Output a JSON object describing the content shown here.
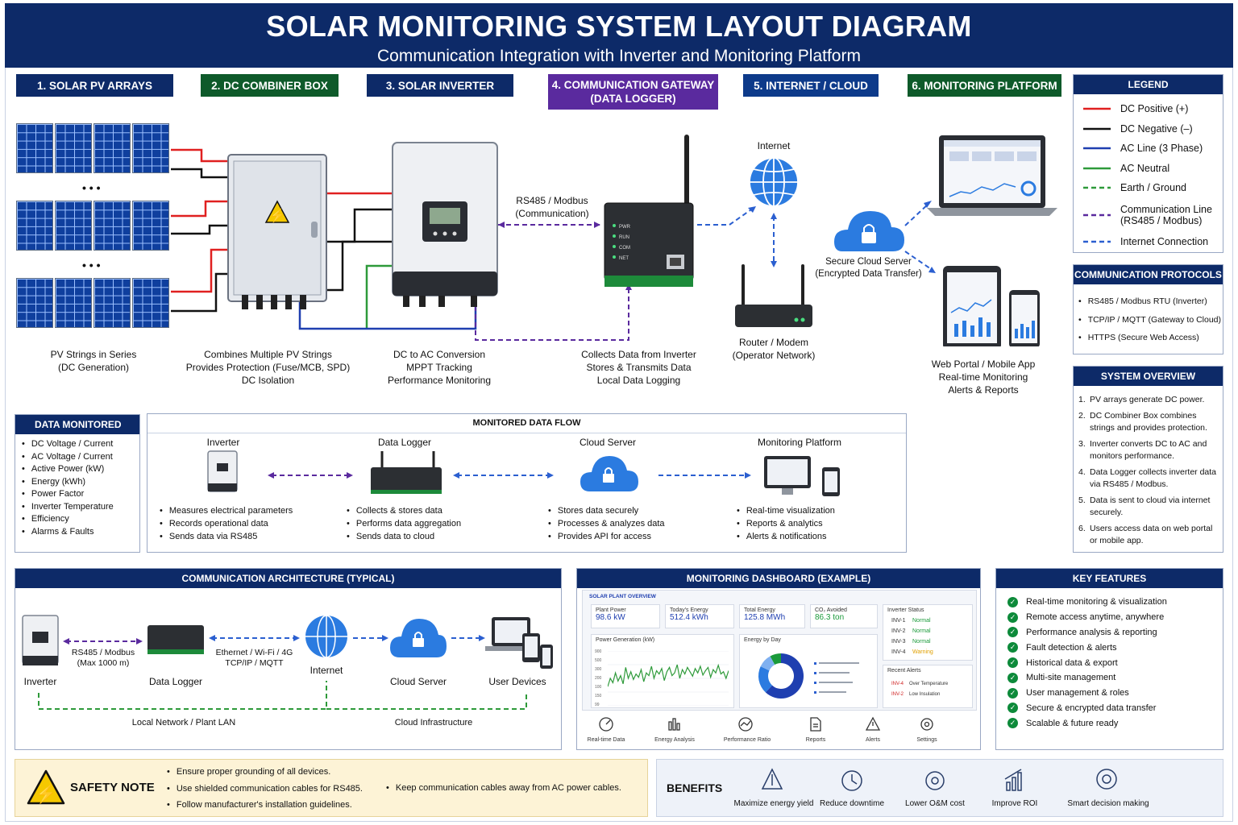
{
  "header": {
    "title": "SOLAR MONITORING SYSTEM LAYOUT DIAGRAM",
    "subtitle": "Communication Integration with Inverter and Monitoring Platform"
  },
  "steps": [
    {
      "label": "1. SOLAR PV ARRAYS",
      "color": "#0d2a68"
    },
    {
      "label": "2. DC COMBINER BOX",
      "color": "#0e5a2a"
    },
    {
      "label": "3. SOLAR INVERTER",
      "color": "#0d2a68"
    },
    {
      "label_line1": "4. COMMUNICATION GATEWAY",
      "label_line2": "(DATA LOGGER)",
      "color": "#5a2a9e"
    },
    {
      "label": "5. INTERNET / CLOUD",
      "color": "#0d3a8a"
    },
    {
      "label": "6. MONITORING PLATFORM",
      "color": "#0e5a2a"
    }
  ],
  "dots": "• • •",
  "captions": {
    "pv": [
      "PV Strings in Series",
      "(DC Generation)"
    ],
    "combiner": [
      "Combines Multiple PV Strings",
      "Provides Protection (Fuse/MCB, SPD)",
      "DC Isolation"
    ],
    "inverter": [
      "DC to AC Conversion",
      "MPPT Tracking",
      "Performance Monitoring"
    ],
    "gateway": [
      "Collects Data from Inverter",
      "Stores & Transmits Data",
      "Local Data Logging"
    ],
    "rs485": [
      "RS485 / Modbus",
      "(Communication)"
    ],
    "internet": "Internet",
    "cloud": [
      "Secure Cloud Server",
      "(Encrypted Data Transfer)"
    ],
    "router": [
      "Router / Modem",
      "(Operator Network)"
    ],
    "platform": [
      "Web Portal / Mobile App",
      "Real-time Monitoring",
      "Alerts & Reports"
    ]
  },
  "logger_leds": [
    "PWR",
    "RUN",
    "COM",
    "NET"
  ],
  "legend": {
    "title": "LEGEND",
    "items": [
      {
        "label": "DC Positive (+)",
        "color": "#e02020",
        "dash": false
      },
      {
        "label": "DC Negative (–)",
        "color": "#111111",
        "dash": false
      },
      {
        "label": "AC Line (3 Phase)",
        "color": "#1f3fb0",
        "dash": false
      },
      {
        "label": "AC Neutral",
        "color": "#2e9a3a",
        "dash": false
      },
      {
        "label": "Earth / Ground",
        "color": "#2e9a3a",
        "dash": true
      },
      {
        "label": "Communication Line",
        "label2": "(RS485 / Modbus)",
        "color": "#5a2a9e",
        "dash": true
      },
      {
        "label": "Internet Connection",
        "color": "#2b5fd0",
        "dash": true
      }
    ]
  },
  "protocols": {
    "title": "COMMUNICATION PROTOCOLS",
    "items": [
      "RS485 / Modbus RTU (Inverter)",
      "TCP/IP / MQTT (Gateway to Cloud)",
      "HTTPS (Secure Web Access)"
    ]
  },
  "overview": {
    "title": "SYSTEM OVERVIEW",
    "items": [
      "PV arrays generate DC power.",
      "DC Combiner Box combines strings and provides protection.",
      "Inverter converts DC to AC and monitors performance.",
      "Data Logger collects inverter data via RS485 / Modbus.",
      "Data is sent to cloud via internet securely.",
      "Users access data on web portal or mobile app."
    ]
  },
  "data_monitored": {
    "title": "DATA MONITORED",
    "items": [
      "DC Voltage / Current",
      "AC Voltage / Current",
      "Active Power (kW)",
      "Energy (kWh)",
      "Power Factor",
      "Inverter Temperature",
      "Efficiency",
      "Alarms & Faults"
    ]
  },
  "flow": {
    "title": "MONITORED DATA FLOW",
    "cols": [
      {
        "title": "Inverter",
        "items": [
          "Measures electrical parameters",
          "Records operational data",
          "Sends data via RS485"
        ]
      },
      {
        "title": "Data Logger",
        "items": [
          "Collects & stores data",
          "Performs data aggregation",
          "Sends data to cloud"
        ]
      },
      {
        "title": "Cloud Server",
        "items": [
          "Stores data securely",
          "Processes & analyzes data",
          "Provides API for access"
        ]
      },
      {
        "title": "Monitoring Platform",
        "items": [
          "Real-time visualization",
          "Reports & analytics",
          "Alerts & notifications"
        ]
      }
    ]
  },
  "arch": {
    "title": "COMMUNICATION ARCHITECTURE (TYPICAL)",
    "nodes": [
      "Inverter",
      "Data Logger",
      "Internet",
      "Cloud Server",
      "User Devices"
    ],
    "link1": [
      "RS485 / Modbus",
      "(Max 1000 m)"
    ],
    "link2": [
      "Ethernet / Wi-Fi / 4G",
      "TCP/IP / MQTT"
    ],
    "lan": "Local Network / Plant LAN",
    "cloudinf": "Cloud Infrastructure"
  },
  "dashboard": {
    "title": "MONITORING DASHBOARD (EXAMPLE)",
    "overview": "SOLAR PLANT OVERVIEW",
    "kpis": [
      {
        "label": "Plant Power",
        "value": "98.6 kW"
      },
      {
        "label": "Today's Energy",
        "value": "512.4 kWh"
      },
      {
        "label": "Total Energy",
        "value": "125.8 MWh"
      },
      {
        "label": "CO₂ Avoided",
        "value": "86.3 ton"
      }
    ],
    "power_title": "Power Generation (kW)",
    "power_ticks": [
      "900",
      "500",
      "300",
      "200",
      "100",
      "150",
      "99"
    ],
    "power_series": [
      0.35,
      0.5,
      0.42,
      0.6,
      0.45,
      0.55,
      0.4,
      0.7,
      0.5,
      0.62,
      0.48,
      0.58,
      0.52,
      0.66,
      0.44,
      0.6,
      0.55,
      0.72,
      0.5,
      0.64,
      0.58,
      0.68,
      0.46,
      0.62,
      0.7,
      0.55,
      0.6,
      0.75,
      0.5,
      0.66,
      0.58,
      0.7,
      0.62,
      0.54,
      0.68,
      0.6,
      0.72,
      0.56,
      0.64,
      0.7,
      0.52,
      0.66,
      0.6,
      0.74,
      0.58,
      0.62,
      0.5,
      0.64
    ],
    "energy_title": "Energy by Day",
    "donut": [
      0.62,
      0.2,
      0.1,
      0.08
    ],
    "status_title": "Inverter Status",
    "status": [
      {
        "id": "INV-1",
        "s": "Normal"
      },
      {
        "id": "INV-2",
        "s": "Normal"
      },
      {
        "id": "INV-3",
        "s": "Normal"
      },
      {
        "id": "INV-4",
        "s": "Warning"
      }
    ],
    "alerts_title": "Recent Alerts",
    "alerts": [
      {
        "id": "INV-4",
        "msg": "Over Temperature"
      },
      {
        "id": "INV-2",
        "msg": "Low Insulation"
      }
    ],
    "nav": [
      "Real-time Data",
      "Energy Analysis",
      "Performance Ratio",
      "Reports",
      "Alerts",
      "Settings"
    ]
  },
  "key_features": {
    "title": "KEY FEATURES",
    "items": [
      "Real-time monitoring & visualization",
      "Remote access anytime, anywhere",
      "Performance analysis & reporting",
      "Fault detection & alerts",
      "Historical data & export",
      "Multi-site management",
      "User management & roles",
      "Secure & encrypted data transfer",
      "Scalable & future ready"
    ]
  },
  "safety": {
    "title": "SAFETY NOTE",
    "items": [
      "Ensure proper grounding of all devices.",
      "Use shielded communication cables for RS485.",
      "Follow manufacturer's installation guidelines."
    ],
    "extra": "Keep communication cables away from AC power cables."
  },
  "benefits": {
    "title": "BENEFITS",
    "items": [
      "Maximize energy yield",
      "Reduce downtime",
      "Lower O&M cost",
      "Improve ROI",
      "Smart decision making"
    ]
  }
}
